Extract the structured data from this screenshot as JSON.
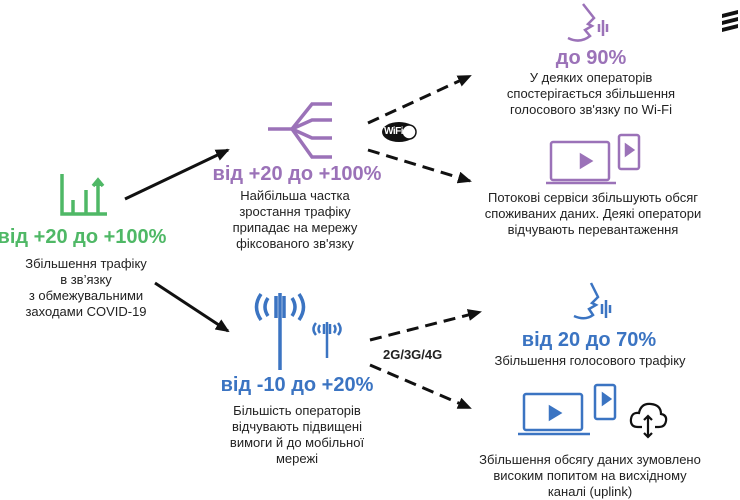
{
  "colors": {
    "green": "#4fb866",
    "purple": "#9b72b8",
    "blue": "#3b74c2",
    "arrow": "#111111"
  },
  "overall": {
    "icon": "bar-chart-up-icon",
    "title": "від +20 до +100%",
    "desc": [
      "Збільшення трафіку",
      "в  зв’язку",
      "з обмежувальними",
      "заходами COVID-19"
    ]
  },
  "fixed": {
    "icon": "fiber-branch-icon",
    "title": "від +20 до +100%",
    "desc": [
      "Найбільша частка",
      "зростання трафіку",
      "припадає на мережу",
      "фіксованого зв'язку"
    ],
    "connector_badge": "WiFi",
    "voice": {
      "icon": "voice-speaking-icon",
      "title": "до 90%",
      "desc": [
        "У деяких операторів",
        "спостерігається збільшення",
        "голосового зв'язку по Wi-Fi"
      ]
    },
    "streaming": {
      "icon": "laptop-phone-video-icon",
      "desc": [
        "Потокові сервіси збільшують обсяг",
        "споживаних даних. Деякі оператори",
        "відчувають перевантаження"
      ]
    }
  },
  "mobile": {
    "icon": "cell-tower-icon",
    "title": "від -10 до +20%",
    "desc": [
      "Більшість операторів",
      "відчувають підвищені",
      "вимоги й до мобільної",
      "мережі"
    ],
    "connector_label": "2G/3G/4G",
    "voice": {
      "icon": "voice-speaking-icon",
      "title": "від 20 до 70%",
      "desc": [
        "Збільшення голосового трафіку"
      ]
    },
    "data": {
      "icon": "laptop-phone-video-icon",
      "extra_icon": "cloud-upload-download-icon",
      "desc": [
        "Збільшення обсягу даних зумовлено",
        "високим попитом на висхідному",
        "каналі (uplink)"
      ]
    }
  },
  "logo": {
    "icon": "ericsson-logo-icon"
  }
}
